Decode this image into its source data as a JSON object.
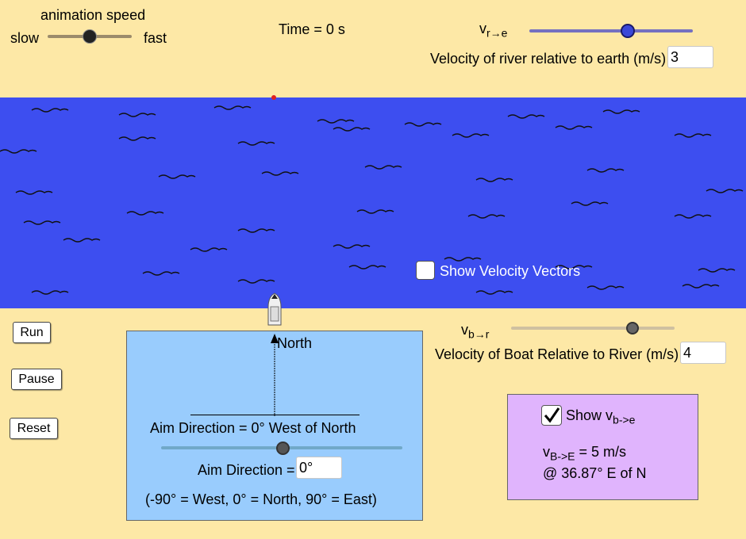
{
  "animation": {
    "label": "animation speed",
    "slow": "slow",
    "fast": "fast",
    "speed_fraction": 0.5
  },
  "time_text": "Time = 0 s",
  "river_velocity": {
    "symbol": "v",
    "subscript": "r→e",
    "label": "Velocity of river relative to earth (m/s)",
    "value": "3",
    "slider_fraction": 0.6
  },
  "show_vectors": {
    "label": "Show Velocity Vectors",
    "checked": false
  },
  "buttons": {
    "run": "Run",
    "pause": "Pause",
    "reset": "Reset"
  },
  "compass": {
    "north_label": "North",
    "aim_text": "Aim Direction = 0° West of North",
    "aim_label": "Aim Direction =",
    "aim_value": "0°",
    "hint": "(-90° = West, 0° = North, 90° = East)",
    "slider_fraction": 0.5
  },
  "boat_velocity": {
    "symbol": "v",
    "subscript": "b→r",
    "label": "Velocity of Boat Relative to River (m/s)",
    "value": "4",
    "slider_fraction": 0.75
  },
  "result": {
    "show_label": "Show v",
    "show_sub": "b->e",
    "checked": true,
    "v_symbol": "v",
    "v_sub": "B->E",
    "v_text": "= 5 m/s",
    "direction": "@ 36.87° E of N"
  },
  "colors": {
    "sand": "#fde8a6",
    "river": "#3d4ef0",
    "compass_bg": "#99ccfd",
    "result_bg": "#e0b4fd"
  }
}
